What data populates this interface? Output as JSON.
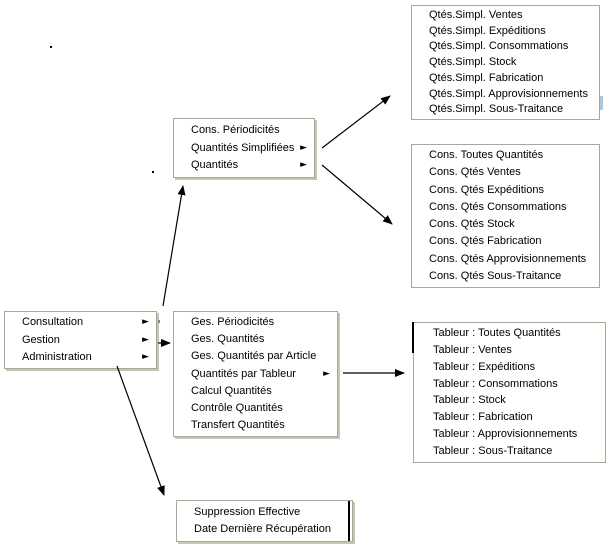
{
  "colors": {
    "background": "#ffffff",
    "box_border": "#aca695",
    "box_background": "#ffffff",
    "text": "#000000",
    "arrow": "#000000",
    "menu_shadow": "#c9c4b5",
    "artifact_blue": "#a9c7e8",
    "artifact_black": "#000000",
    "artifact_gray": "#8a8a8a"
  },
  "icons": {
    "submenu_arrow": "►"
  },
  "menus": {
    "root": {
      "items": [
        {
          "label": "Consultation",
          "has_submenu": true
        },
        {
          "label": "Gestion",
          "has_submenu": true
        },
        {
          "label": "Administration",
          "has_submenu": true
        }
      ]
    },
    "consultation": {
      "items": [
        {
          "label": "Cons. Périodicités",
          "has_submenu": false
        },
        {
          "label": "Quantités Simplifiées",
          "has_submenu": true
        },
        {
          "label": "Quantités",
          "has_submenu": true
        }
      ]
    },
    "gestion": {
      "items": [
        {
          "label": "Ges. Périodicités",
          "has_submenu": false
        },
        {
          "label": "Ges. Quantités",
          "has_submenu": false
        },
        {
          "label": "Ges. Quantités par Article",
          "has_submenu": false
        },
        {
          "label": "Quantités par Tableur",
          "has_submenu": true
        },
        {
          "label": "Calcul Quantités",
          "has_submenu": false
        },
        {
          "label": "Contrôle Quantités",
          "has_submenu": false
        },
        {
          "label": "Transfert Quantités",
          "has_submenu": false
        }
      ]
    },
    "administration": {
      "items": [
        {
          "label": "Suppression Effective",
          "has_submenu": false
        },
        {
          "label": "Date Dernière Récupération",
          "has_submenu": false
        }
      ]
    },
    "quantites_simplifiees": {
      "items": [
        {
          "label": "Qtés.Simpl. Ventes"
        },
        {
          "label": "Qtés.Simpl. Expéditions"
        },
        {
          "label": "Qtés.Simpl. Consommations"
        },
        {
          "label": "Qtés.Simpl. Stock"
        },
        {
          "label": "Qtés.Simpl. Fabrication"
        },
        {
          "label": "Qtés.Simpl. Approvisionnements"
        },
        {
          "label": "Qtés.Simpl. Sous-Traitance"
        }
      ]
    },
    "quantites": {
      "items": [
        {
          "label": "Cons. Toutes Quantités"
        },
        {
          "label": "Cons. Qtés Ventes"
        },
        {
          "label": "Cons. Qtés Expéditions"
        },
        {
          "label": "Cons. Qtés Consommations"
        },
        {
          "label": "Cons. Qtés Stock"
        },
        {
          "label": "Cons. Qtés Fabrication"
        },
        {
          "label": "Cons. Qtés Approvisionnements"
        },
        {
          "label": "Cons. Qtés Sous-Traitance"
        }
      ]
    },
    "quantites_par_tableur": {
      "items": [
        {
          "label": "Tableur : Toutes Quantités"
        },
        {
          "label": "Tableur : Ventes"
        },
        {
          "label": "Tableur : Expéditions"
        },
        {
          "label": "Tableur : Consommations"
        },
        {
          "label": "Tableur : Stock"
        },
        {
          "label": "Tableur : Fabrication"
        },
        {
          "label": "Tableur : Approvisionnements"
        },
        {
          "label": "Tableur : Sous-Traitance"
        }
      ]
    }
  }
}
